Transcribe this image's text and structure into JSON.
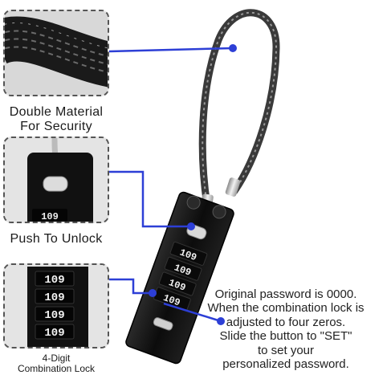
{
  "callouts": {
    "material": {
      "line1": "Double Material",
      "line2": "For Security"
    },
    "unlock": {
      "line1": "Push To Unlock"
    },
    "combination": {
      "line1": "4-Digit",
      "line2": "Combination Lock"
    }
  },
  "dial_digits": [
    "109",
    "109",
    "109",
    "109"
  ],
  "instructions": {
    "line1": "Original password is 0000.",
    "line2": "When the combination lock is",
    "line3": "adjusted to four zeros.",
    "line4": "Slide the button to \"SET\"",
    "line5": "to set your",
    "line6": "personalized password."
  },
  "colors": {
    "connector": "#2d3fd6",
    "lock_body": "#121212",
    "cable": "#3c3c3c"
  }
}
